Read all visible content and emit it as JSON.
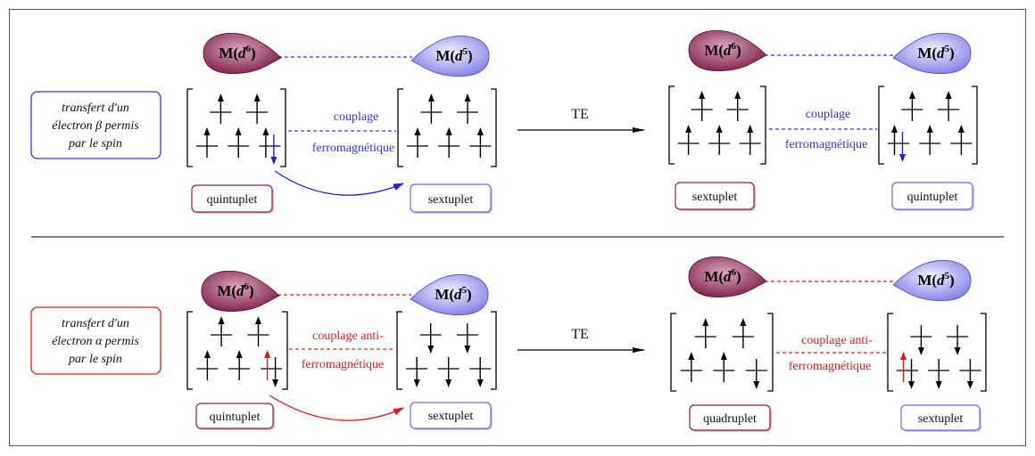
{
  "colors": {
    "d6_light": "#dca6c1",
    "d6_dark": "#7b1b47",
    "d5_light": "#f2f2ff",
    "d5_dark": "#7c7ce6",
    "d6_border": "#8a2050",
    "d5_border": "#6a6ae0"
  },
  "rows": [
    {
      "color": "#3434ee",
      "condition_lines": [
        "transfert d'un",
        "électron β permis",
        "par le spin"
      ],
      "process": "TE",
      "before": {
        "metals": [
          {
            "pre": "M(",
            "d": "d",
            "n": "6",
            "post": ")"
          },
          {
            "pre": "M(",
            "d": "d",
            "n": "5",
            "post": ")"
          }
        ],
        "coupling": [
          "couplage",
          "ferromagnétique"
        ],
        "states": [
          "quintuplet",
          "sextuplet"
        ],
        "ions": [
          {
            "upper": [
              [
                {
                  "spin": "up",
                  "color": "#000000"
                }
              ],
              [
                {
                  "spin": "up",
                  "color": "#000000"
                }
              ]
            ],
            "lower": [
              [
                {
                  "spin": "up",
                  "color": "#000000"
                }
              ],
              [
                {
                  "spin": "up",
                  "color": "#000000"
                }
              ],
              [
                {
                  "spin": "up",
                  "color": "#000000"
                },
                {
                  "spin": "down",
                  "color": "#1e1ee8"
                }
              ]
            ]
          },
          {
            "upper": [
              [
                {
                  "spin": "up",
                  "color": "#000000"
                }
              ],
              [
                {
                  "spin": "up",
                  "color": "#000000"
                }
              ]
            ],
            "lower": [
              [
                {
                  "spin": "up",
                  "color": "#000000"
                }
              ],
              [
                {
                  "spin": "up",
                  "color": "#000000"
                }
              ],
              [
                {
                  "spin": "up",
                  "color": "#000000"
                }
              ]
            ]
          }
        ]
      },
      "after": {
        "metals": [
          {
            "pre": "M(",
            "d": "d",
            "n": "6",
            "post": ")"
          },
          {
            "pre": "M(",
            "d": "d",
            "n": "5",
            "post": ")"
          }
        ],
        "coupling": [
          "couplage",
          "ferromagnétique"
        ],
        "states": [
          "sextuplet",
          "quintuplet"
        ],
        "ions": [
          {
            "upper": [
              [
                {
                  "spin": "up",
                  "color": "#000000"
                }
              ],
              [
                {
                  "spin": "up",
                  "color": "#000000"
                }
              ]
            ],
            "lower": [
              [
                {
                  "spin": "up",
                  "color": "#000000"
                }
              ],
              [
                {
                  "spin": "up",
                  "color": "#000000"
                }
              ],
              [
                {
                  "spin": "up",
                  "color": "#000000"
                }
              ]
            ]
          },
          {
            "upper": [
              [
                {
                  "spin": "up",
                  "color": "#000000"
                }
              ],
              [
                {
                  "spin": "up",
                  "color": "#000000"
                }
              ]
            ],
            "lower": [
              [
                {
                  "spin": "up",
                  "color": "#000000"
                },
                {
                  "spin": "down",
                  "color": "#1e1ee8"
                }
              ],
              [
                {
                  "spin": "up",
                  "color": "#000000"
                }
              ],
              [
                {
                  "spin": "up",
                  "color": "#000000"
                }
              ]
            ]
          }
        ]
      }
    },
    {
      "color": "#e01c1c",
      "condition_lines": [
        "transfert d'un",
        "électron α permis",
        "par le spin"
      ],
      "process": "TE",
      "before": {
        "metals": [
          {
            "pre": "M(",
            "d": "d",
            "n": "6",
            "post": ")"
          },
          {
            "pre": "M(",
            "d": "d",
            "n": "5",
            "post": ")"
          }
        ],
        "coupling": [
          "couplage anti-",
          "ferromagnétique"
        ],
        "states": [
          "quintuplet",
          "sextuplet"
        ],
        "ions": [
          {
            "upper": [
              [
                {
                  "spin": "up",
                  "color": "#000000"
                }
              ],
              [
                {
                  "spin": "up",
                  "color": "#000000"
                }
              ]
            ],
            "lower": [
              [
                {
                  "spin": "up",
                  "color": "#000000"
                }
              ],
              [
                {
                  "spin": "up",
                  "color": "#000000"
                }
              ],
              [
                {
                  "spin": "up",
                  "color": "#e01818"
                },
                {
                  "spin": "down",
                  "color": "#000000"
                }
              ]
            ]
          },
          {
            "upper": [
              [
                {
                  "spin": "down",
                  "color": "#000000"
                }
              ],
              [
                {
                  "spin": "down",
                  "color": "#000000"
                }
              ]
            ],
            "lower": [
              [
                {
                  "spin": "down",
                  "color": "#000000"
                }
              ],
              [
                {
                  "spin": "down",
                  "color": "#000000"
                }
              ],
              [
                {
                  "spin": "down",
                  "color": "#000000"
                }
              ]
            ]
          }
        ]
      },
      "after": {
        "metals": [
          {
            "pre": "M(",
            "d": "d",
            "n": "6",
            "post": ")"
          },
          {
            "pre": "M(",
            "d": "d",
            "n": "5",
            "post": ")"
          }
        ],
        "coupling": [
          "couplage anti-",
          "ferromagnétique"
        ],
        "states": [
          "quadruplet",
          "sextuplet"
        ],
        "ions": [
          {
            "upper": [
              [
                {
                  "spin": "up",
                  "color": "#000000"
                }
              ],
              [
                {
                  "spin": "up",
                  "color": "#000000"
                }
              ]
            ],
            "lower": [
              [
                {
                  "spin": "up",
                  "color": "#000000"
                }
              ],
              [
                {
                  "spin": "up",
                  "color": "#000000"
                }
              ],
              [
                {
                  "spin": "down",
                  "color": "#000000"
                }
              ]
            ]
          },
          {
            "upper": [
              [
                {
                  "spin": "down",
                  "color": "#000000"
                }
              ],
              [
                {
                  "spin": "down",
                  "color": "#000000"
                }
              ]
            ],
            "lower": [
              [
                {
                  "spin": "up",
                  "color": "#e01818"
                },
                {
                  "spin": "down",
                  "color": "#000000"
                }
              ],
              [
                {
                  "spin": "down",
                  "color": "#000000"
                }
              ],
              [
                {
                  "spin": "down",
                  "color": "#000000"
                }
              ]
            ]
          }
        ]
      }
    }
  ]
}
